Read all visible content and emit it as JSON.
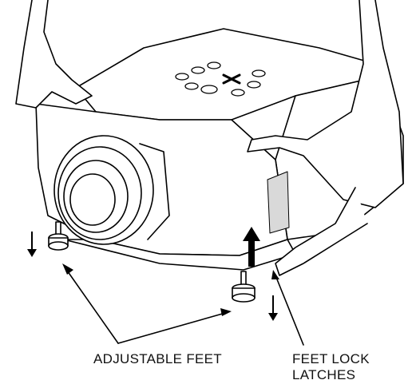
{
  "labels": {
    "adjustable_feet": "ADJUSTABLE FEET",
    "feet_lock_line1": "FEET LOCK",
    "feet_lock_line2": "LATCHES"
  },
  "icons": {
    "left_foot_arrow": "down-arrow-icon",
    "right_foot_arrow": "down-arrow-icon",
    "latch_arrow": "up-arrow-icon"
  },
  "colors": {
    "line": "#000000",
    "body": "#ffffff",
    "shade": "#d9d9d9"
  }
}
